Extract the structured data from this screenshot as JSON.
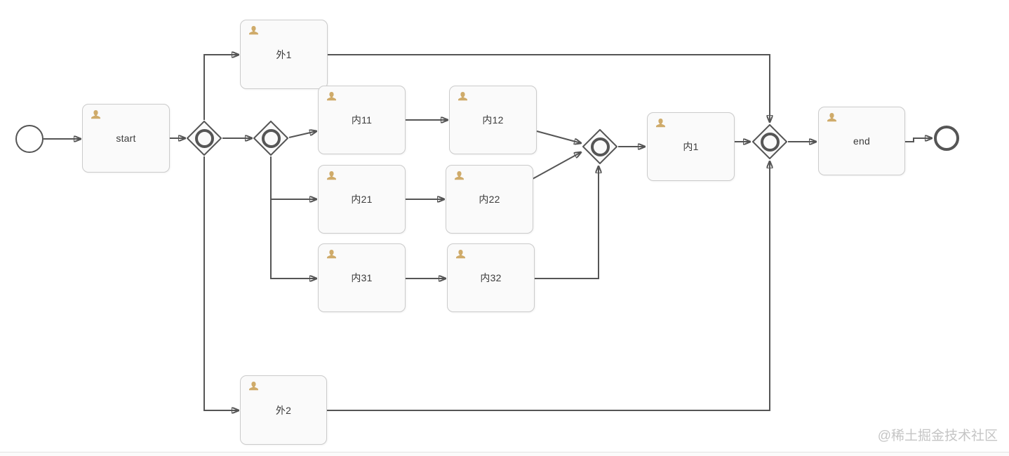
{
  "watermark": "@稀土掘金技术社区",
  "colors": {
    "connector": "#555555",
    "task_border": "#cbcbcb",
    "task_fill": "#fafafa",
    "user_icon": "#cfab6a",
    "label_text": "#3b3b3b",
    "watermark_text": "#c5c5c5"
  },
  "nodes": {
    "task_start": {
      "label": "start"
    },
    "task_out1": {
      "label": "外1"
    },
    "task_in11": {
      "label": "内11"
    },
    "task_in12": {
      "label": "内12"
    },
    "task_in21": {
      "label": "内21"
    },
    "task_in22": {
      "label": "内22"
    },
    "task_in31": {
      "label": "内31"
    },
    "task_in32": {
      "label": "内32"
    },
    "task_in1": {
      "label": "内1"
    },
    "task_end": {
      "label": "end"
    },
    "task_out2": {
      "label": "外2"
    }
  }
}
